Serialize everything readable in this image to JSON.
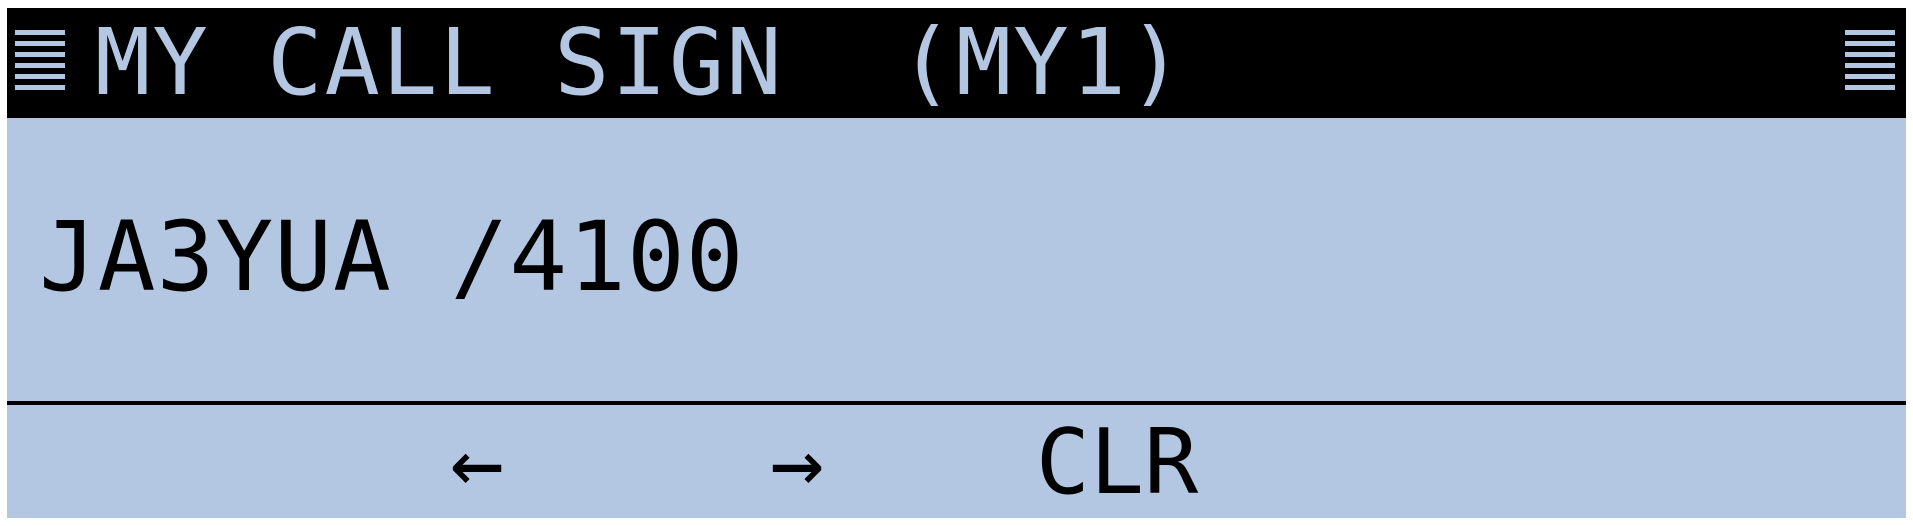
{
  "header": {
    "title": "MY CALL SIGN  (MY1)",
    "left_icon": "menu-lines-icon",
    "right_icon": "menu-lines-icon"
  },
  "main": {
    "callsign": "JA3YUA /4100"
  },
  "softkeys": {
    "left": "←",
    "right": "→",
    "clear": "CLR"
  },
  "colors": {
    "screen_background": "#b3c7e2",
    "title_background": "#000000",
    "title_text": "#b3c7e2",
    "text": "#000000"
  }
}
